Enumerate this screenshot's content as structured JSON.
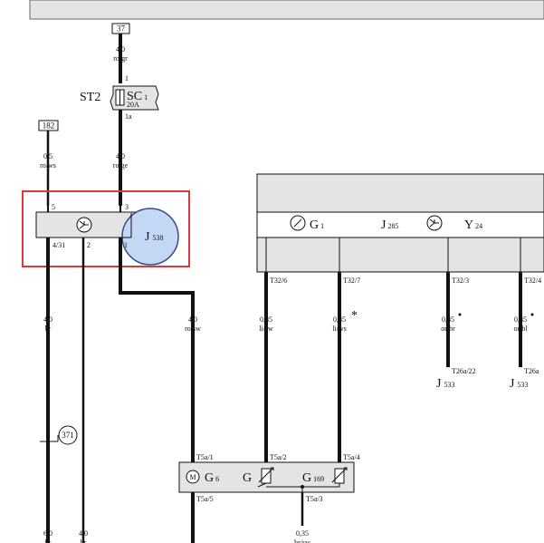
{
  "refs": {
    "top": "37",
    "left": "182",
    "circle": "371"
  },
  "fuse": {
    "module": "ST2",
    "name": "SC",
    "index": "1",
    "rating": "20A",
    "pin_in": "1",
    "pin_out": "1a"
  },
  "wires": {
    "w1": {
      "gauge": "4,0",
      "color": "ro/gr"
    },
    "w2": {
      "gauge": "4,0",
      "color": "ro/ge"
    },
    "w3": {
      "gauge": "0,5",
      "color": "ro/ws"
    },
    "w4": {
      "gauge": "4,0",
      "color": "br"
    },
    "w5": {
      "gauge": "4,0",
      "color": "ro/sw"
    },
    "w6": {
      "gauge": "0,35",
      "color": "li/sw"
    },
    "w7": {
      "gauge": "0,35",
      "color": "li/ws"
    },
    "w8": {
      "gauge": "0,35",
      "color": "or/br"
    },
    "w9": {
      "gauge": "0,35",
      "color": "or/bl"
    },
    "b1": {
      "gauge": "6,0",
      "color": "br"
    },
    "b2": {
      "gauge": "4,0",
      "color": "br"
    },
    "b3": {
      "gauge": "0,35",
      "color": "br/sw"
    }
  },
  "relay": {
    "name": "J",
    "sub": "538",
    "pins": {
      "p5": "5",
      "p3": "3",
      "p431": "4/31",
      "p2": "2",
      "p1": "1"
    }
  },
  "cluster": {
    "g1": "G",
    "g1sub": "1",
    "j285": "J",
    "j285sub": "285",
    "y24": "Y",
    "y24sub": "24",
    "pins": {
      "t6": "T32/6",
      "t7": "T32/7",
      "t3": "T32/3",
      "t4": "T32/4"
    }
  },
  "star": "*",
  "j533a": {
    "name": "J",
    "sub": "533",
    "pin": "T26a/22"
  },
  "j533b": {
    "name": "J",
    "sub": "533",
    "pin": "T26a"
  },
  "sender": {
    "m": "M",
    "g6": "G",
    "g6sub": "6",
    "g": "G",
    "g169": "G",
    "g169sub": "169",
    "pins": {
      "t1": "T5a/1",
      "t2": "T5a/2",
      "t4": "T5a/4",
      "t5": "T5a/5",
      "t3": "T5a/3"
    }
  }
}
